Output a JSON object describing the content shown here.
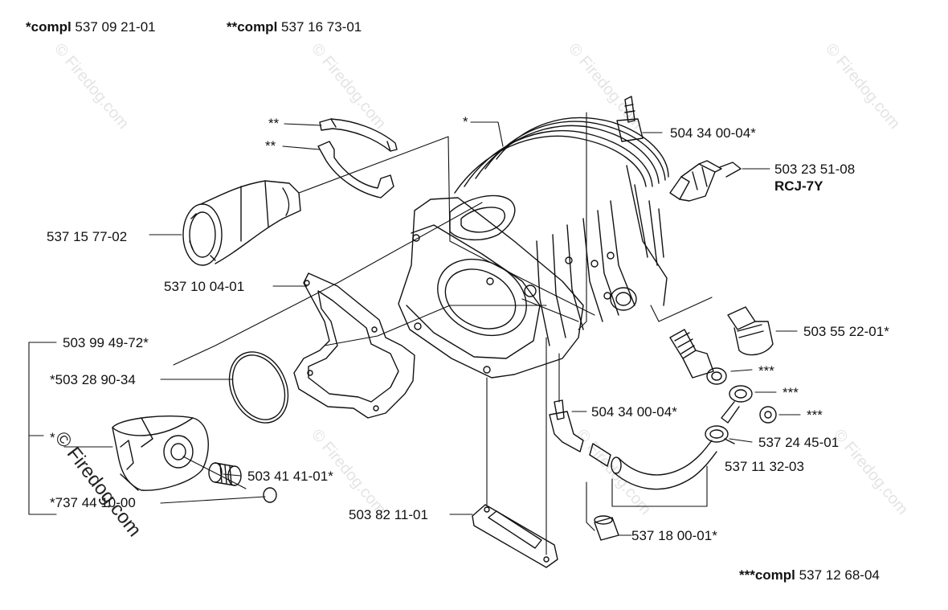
{
  "header": {
    "left_prefix": "*compl",
    "left_number": "537 09 21-01",
    "right_prefix": "**compl",
    "right_number": "537 16 73-01"
  },
  "footer": {
    "prefix": "***compl",
    "number": "537 12 68-04"
  },
  "watermark": "© Firedog.com",
  "parts": {
    "p01": "**",
    "p02": "**",
    "p03": "*",
    "p04": "504 34 00-04*",
    "p05": "503 23 51-08",
    "p05b": "RCJ-7Y",
    "p06": "537 15 77-02",
    "p07": "537 10 04-01",
    "p08": "503 55 22-01*",
    "p09": "503 99 49-72*",
    "p10": "***",
    "p11": "*503 28 90-34",
    "p12": "***",
    "p13": "504 34 00-04*",
    "p14": "***",
    "p15": "*",
    "p16": "537 24 45-01",
    "p17": "503 41 41-01*",
    "p18": "537 11 32-03",
    "p19": "*737 44 10-00",
    "p20": "503 82 11-01",
    "p21": "537 18 00-01*"
  }
}
